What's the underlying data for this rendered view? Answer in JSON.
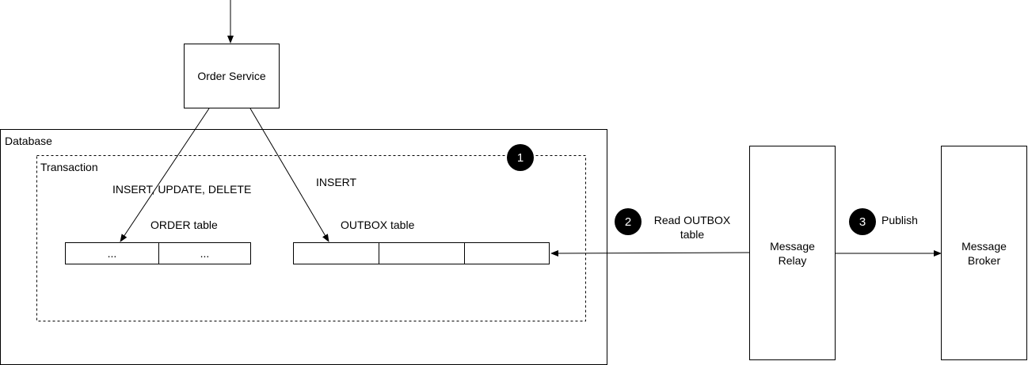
{
  "order_service": {
    "label": "Order Service"
  },
  "database": {
    "label": "Database"
  },
  "transaction": {
    "label": "Transaction"
  },
  "edges": {
    "insert_update_delete": "INSERT, UPDATE, DELETE",
    "insert": "INSERT"
  },
  "order_table": {
    "label": "ORDER table",
    "cells": [
      "...",
      "..."
    ]
  },
  "outbox_table": {
    "label": "OUTBOX table",
    "cells": [
      "",
      "",
      ""
    ]
  },
  "steps": [
    {
      "number": "1",
      "text": ""
    },
    {
      "number": "2",
      "text": "Read OUTBOX\ntable"
    },
    {
      "number": "3",
      "text": "Publish"
    }
  ],
  "message_relay": {
    "label": "Message\nRelay"
  },
  "message_broker": {
    "label": "Message\nBroker"
  }
}
